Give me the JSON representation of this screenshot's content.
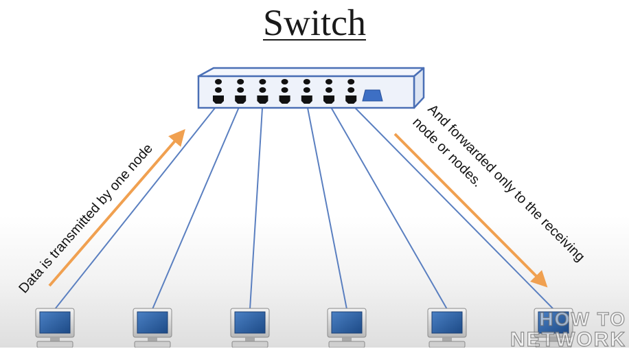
{
  "title": "Switch",
  "left_label": "Data is transmitted by one node",
  "right_label_line1": "And forwarded only to the receiving",
  "right_label_line2": "node or nodes.",
  "watermark_line1": "HOW TO",
  "watermark_line2": "NETWORK",
  "port_count": 7,
  "computer_count": 6,
  "colors": {
    "switch_outline": "#4a6fb5",
    "switch_fill": "#e9eef8",
    "cable": "#5a7fc0",
    "arrow": "#f0a050",
    "port": "#111111",
    "uplink_port": "#3d6fc4",
    "monitor_screen": "#2c5f9e"
  }
}
